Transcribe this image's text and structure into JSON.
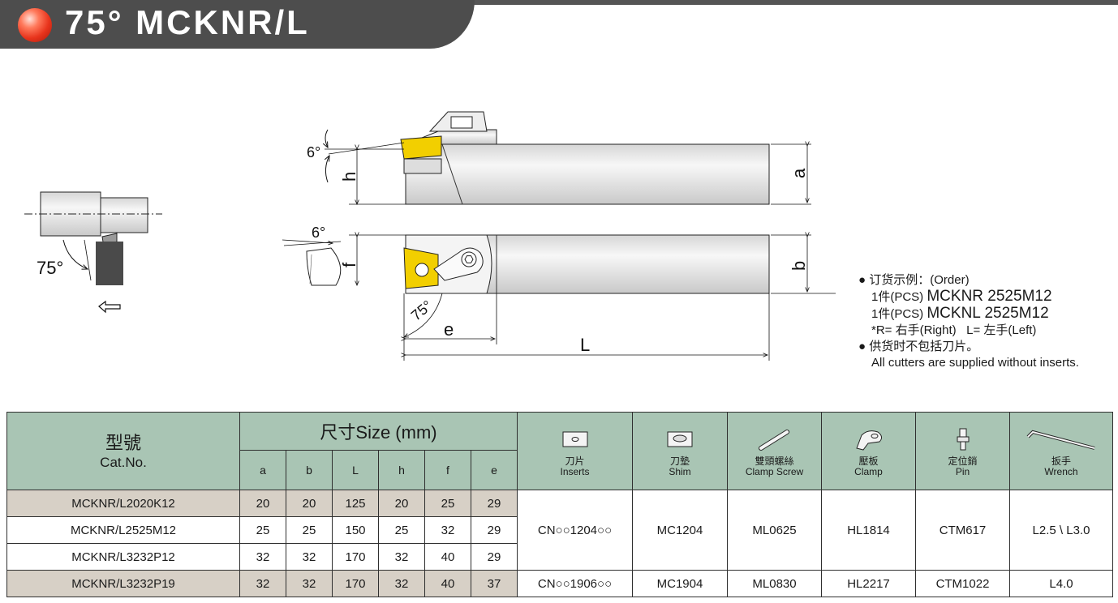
{
  "title": "75° MCKNR/L",
  "drawing": {
    "labels": {
      "angle_6_top": "6°",
      "dim_h": "h",
      "dim_a": "a",
      "angle_6_bottom": "6°",
      "dim_f": "f",
      "dim_b": "b",
      "angle_75": "75°",
      "dim_e": "e",
      "dim_L": "L",
      "angle_75_left": "75°"
    }
  },
  "notes": {
    "order_label": "订货示例：(Order)",
    "order_line1_qty": "1件(PCS)",
    "order_line1_model": "MCKNR 2525M12",
    "order_line2_qty": "1件(PCS)",
    "order_line2_model": "MCKNL 2525M12",
    "hand_prefix": "*R=",
    "hand_right": "右手(Right)",
    "hand_left_prefix": "L=",
    "hand_left": "左手(Left)",
    "supply_cn": "供货时不包括刀片。",
    "supply_en": "All cutters are supplied without inserts."
  },
  "table": {
    "model_header_cn": "型號",
    "model_header_en": "Cat.No.",
    "size_header": "尺寸Size (mm)",
    "dim_headers": [
      "a",
      "b",
      "L",
      "h",
      "f",
      "e"
    ],
    "part_headers": [
      {
        "cn": "刀片",
        "en": "Inserts",
        "icon": "insert-icon"
      },
      {
        "cn": "刀墊",
        "en": "Shim",
        "icon": "shim-icon"
      },
      {
        "cn": "雙頭螺絲",
        "en": "Clamp Screw",
        "icon": "screw-icon"
      },
      {
        "cn": "壓板",
        "en": "Clamp",
        "icon": "clamp-icon"
      },
      {
        "cn": "定位銷",
        "en": "Pin",
        "icon": "pin-icon"
      },
      {
        "cn": "扳手",
        "en": "Wrench",
        "icon": "wrench-icon"
      }
    ],
    "rows": [
      {
        "model": "MCKNR/L2020K12",
        "a": "20",
        "b": "20",
        "L": "125",
        "h": "20",
        "f": "25",
        "e": "29"
      },
      {
        "model": "MCKNR/L2525M12",
        "a": "25",
        "b": "25",
        "L": "150",
        "h": "25",
        "f": "32",
        "e": "29"
      },
      {
        "model": "MCKNR/L3232P12",
        "a": "32",
        "b": "32",
        "L": "170",
        "h": "32",
        "f": "40",
        "e": "29"
      },
      {
        "model": "MCKNR/L3232P19",
        "a": "32",
        "b": "32",
        "L": "170",
        "h": "32",
        "f": "40",
        "e": "37"
      }
    ],
    "parts_group1": {
      "insert": "CN○○1204○○",
      "shim": "MC1204",
      "screw": "ML0625",
      "clamp": "HL1814",
      "pin": "CTM617",
      "wrench": "L2.5 \\ L3.0"
    },
    "parts_group2": {
      "insert": "CN○○1906○○",
      "shim": "MC1904",
      "screw": "ML0830",
      "clamp": "HL2217",
      "pin": "CTM1022",
      "wrench": "L4.0"
    }
  }
}
